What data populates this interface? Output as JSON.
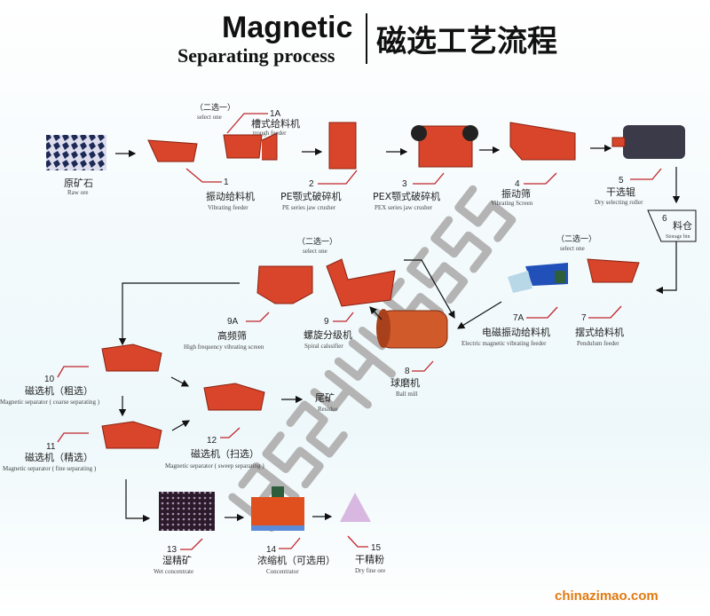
{
  "title": {
    "en_line1": "Magnetic",
    "en_line2": "Separating process",
    "cn": "磁选工艺流程"
  },
  "select_one": {
    "cn": "（二选一）",
    "en": "select one"
  },
  "steps": {
    "raw": {
      "num": "",
      "cn": "原矿石",
      "en": "Raw ore"
    },
    "s1": {
      "num": "1",
      "cn": "振动给料机",
      "en": "Vibrating feeder"
    },
    "s1a": {
      "num": "1A",
      "cn": "槽式给料机",
      "en": "trough feeder"
    },
    "s2": {
      "num": "2",
      "cn": "PE颚式破碎机",
      "en": "PE series jaw crusher"
    },
    "s3": {
      "num": "3",
      "cn": "PEX颚式破碎机",
      "en": "PEX series jaw crusher"
    },
    "s4": {
      "num": "4",
      "cn": "振动筛",
      "en": "Vibrating Screen"
    },
    "s5": {
      "num": "5",
      "cn": "干选辊",
      "en": "Dry selecting roller"
    },
    "s6": {
      "num": "6",
      "cn": "料仓",
      "en": "Storage bin"
    },
    "s7": {
      "num": "7",
      "cn": "摆式给料机",
      "en": "Pendulum feeder"
    },
    "s7a": {
      "num": "7A",
      "cn": "电磁振动给料机",
      "en": "Electric magnetic vibrating feeder"
    },
    "s8": {
      "num": "8",
      "cn": "球磨机",
      "en": "Ball mill"
    },
    "s9": {
      "num": "9",
      "cn": "螺旋分级机",
      "en": "Spiral calssifier"
    },
    "s9a": {
      "num": "9A",
      "cn": "高频筛",
      "en": "High frequency vibrating screen"
    },
    "s10": {
      "num": "10",
      "cn": "磁选机（粗选）",
      "en": "Magnetic separator ( coarse separating )"
    },
    "s11": {
      "num": "11",
      "cn": "磁选机（精选）",
      "en": "Magnetic separator ( fine separating )"
    },
    "s12": {
      "num": "12",
      "cn": "磁选机（扫选）",
      "en": "Magnetic separator ( sweep separating )"
    },
    "residue": {
      "num": "",
      "cn": "尾矿",
      "en": "Residue"
    },
    "s13": {
      "num": "13",
      "cn": "湿精矿",
      "en": "Wet concentrate"
    },
    "s14": {
      "num": "14",
      "cn": "浓缩机（可选用）",
      "en": "Concentrator"
    },
    "s15": {
      "num": "15",
      "cn": "干精粉",
      "en": "Dry fine ore"
    }
  },
  "watermark": "13524445555",
  "site": "chinazimao.com",
  "colors": {
    "machine": "#d8452a",
    "leader": "#c0262b",
    "site": "#e07a10"
  }
}
